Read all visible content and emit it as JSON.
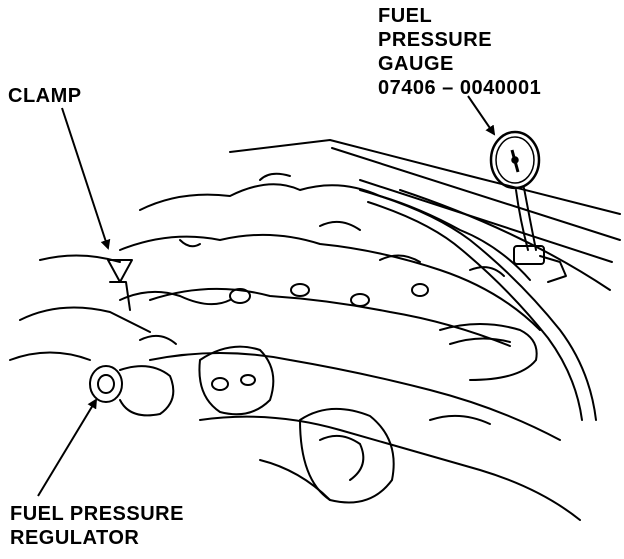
{
  "labels": {
    "gauge": {
      "line1": "FUEL",
      "line2": "PRESSURE",
      "line3": "GAUGE",
      "part_number": "07406 – 0040001"
    },
    "clamp": "CLAMP",
    "regulator": {
      "line1": "FUEL PRESSURE",
      "line2": "REGULATOR"
    }
  },
  "colors": {
    "ink": "#000000",
    "paper": "#ffffff"
  }
}
